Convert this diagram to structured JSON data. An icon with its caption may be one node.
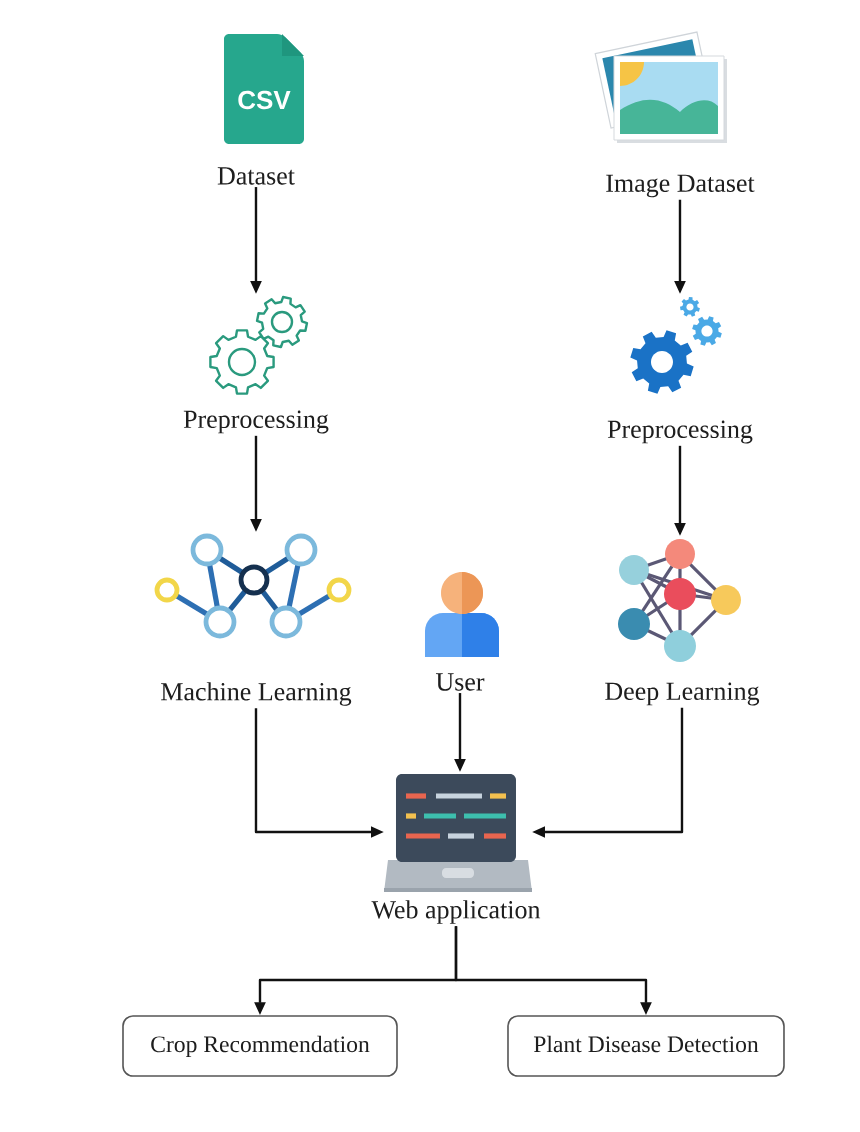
{
  "diagram": {
    "nodes": [
      {
        "text": [
          "Dataset"
        ]
      },
      {
        "text": [
          "Image Dataset"
        ]
      },
      {
        "text": [
          "Preprocessing"
        ]
      },
      {
        "text": [
          "Preprocessing"
        ]
      },
      {
        "text": [
          "Machine Learning"
        ]
      },
      {
        "text": [
          "User"
        ]
      },
      {
        "text": [
          "Deep Learning"
        ]
      },
      {
        "text": [
          "Web application"
        ]
      },
      {
        "text": [
          "Crop Recommendation"
        ]
      },
      {
        "text": [
          "Plant Disease Detection"
        ]
      }
    ],
    "edges": [
      {
        "from": 0,
        "to": 2,
        "arrow": "to"
      },
      {
        "from": 1,
        "to": 3,
        "arrow": "to"
      },
      {
        "from": 2,
        "to": 4,
        "arrow": "to"
      },
      {
        "from": 3,
        "to": 6,
        "arrow": "to"
      },
      {
        "from": 4,
        "to": 7,
        "arrow": "to"
      },
      {
        "from": 5,
        "to": 7,
        "arrow": "to"
      },
      {
        "from": 6,
        "to": 7,
        "arrow": "to"
      },
      {
        "from": 7,
        "to": 8,
        "arrow": "to"
      },
      {
        "from": 7,
        "to": 9,
        "arrow": "to"
      }
    ],
    "labels": [
      "CSV"
    ]
  }
}
